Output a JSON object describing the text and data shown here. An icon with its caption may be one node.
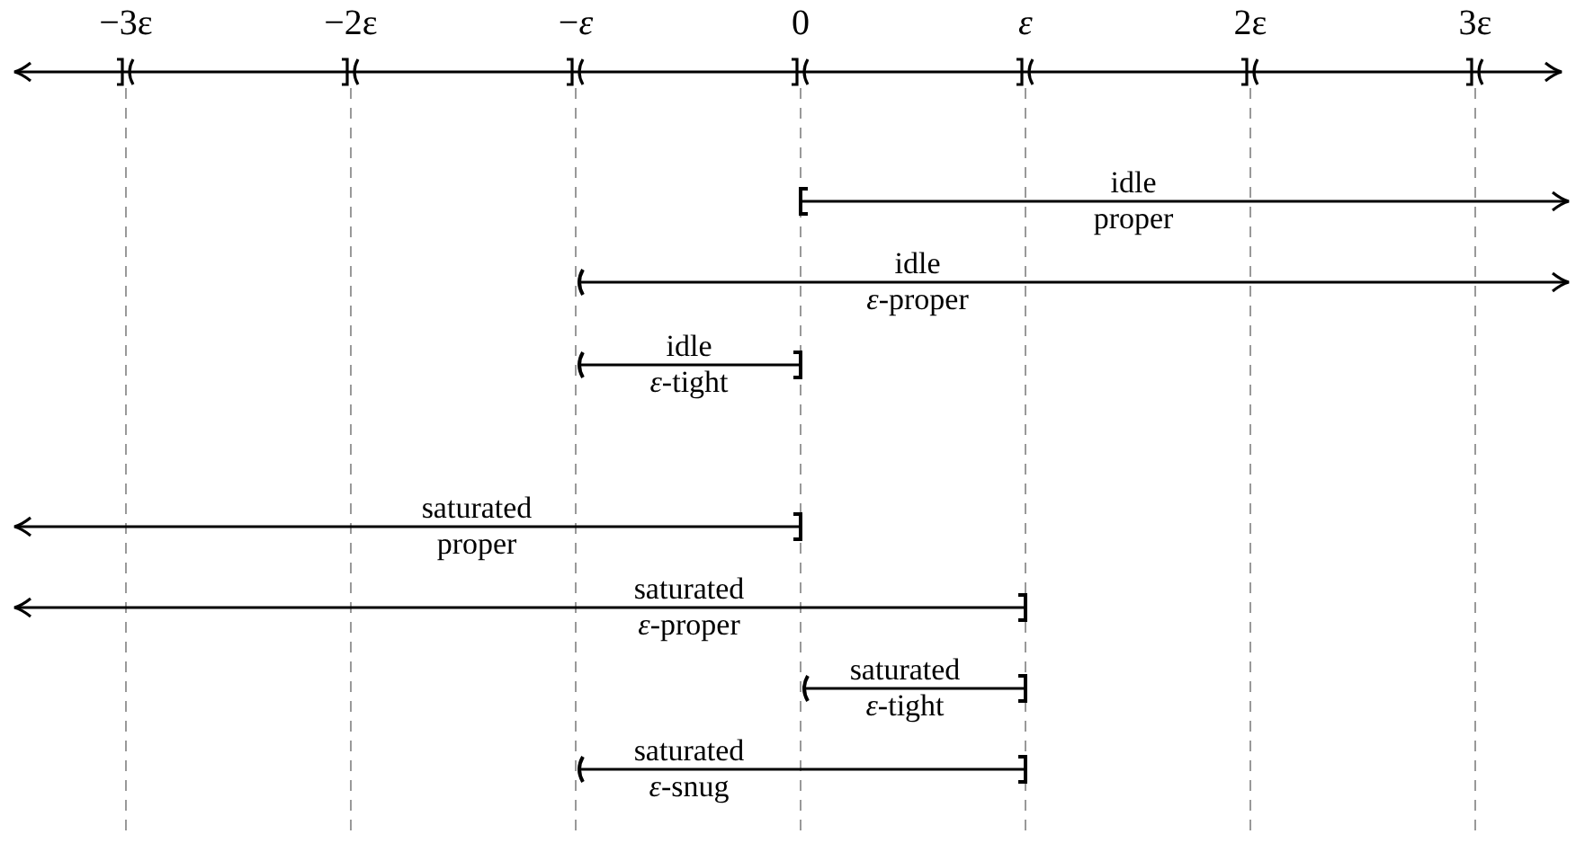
{
  "diagram": {
    "nodes": [
      {
        "text": [
          "idle",
          "proper"
        ]
      },
      {
        "text": [
          "idle",
          "*ε*-proper"
        ]
      },
      {
        "text": [
          "idle",
          "*ε*-tight"
        ]
      },
      {
        "text": [
          "saturated",
          "proper"
        ]
      },
      {
        "text": [
          "saturated",
          "*ε*-proper"
        ]
      },
      {
        "text": [
          "saturated",
          "*ε*-tight"
        ]
      },
      {
        "text": [
          "saturated",
          "*ε*-snug"
        ]
      }
    ],
    "labels": [
      "−3ε",
      "−2ε",
      "−*ε*",
      "0",
      "*ε*",
      "2ε",
      "3ε"
    ]
  }
}
